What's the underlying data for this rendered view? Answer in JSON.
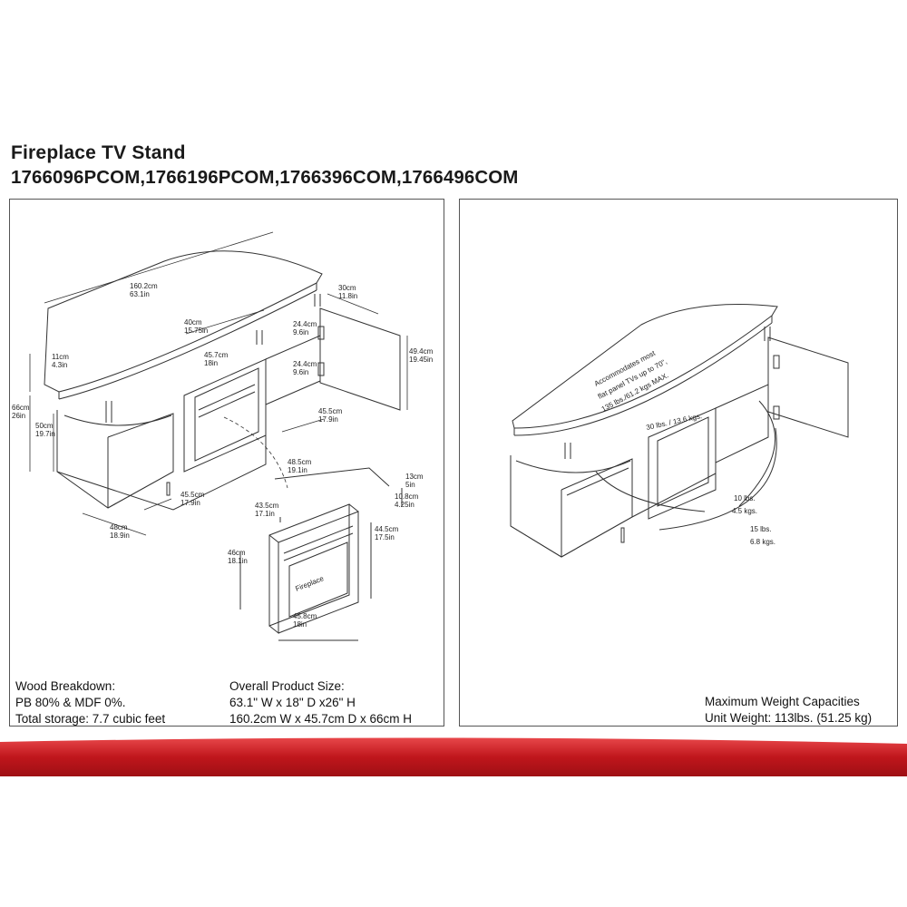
{
  "header": {
    "title": "Fireplace TV Stand",
    "models": "1766096PCOM,1766196PCOM,1766396COM,1766496COM"
  },
  "left_diagram": {
    "dimensions": [
      {
        "cm": "160.2cm",
        "in": "63.1in"
      },
      {
        "cm": "40cm",
        "in": "15.75in"
      },
      {
        "cm": "45.7cm",
        "in": "18in"
      },
      {
        "cm": "30cm",
        "in": "11.8in"
      },
      {
        "cm": "24.4cm",
        "in": "9.6in"
      },
      {
        "cm": "24.4cm",
        "in": "9.6in"
      },
      {
        "cm": "49.4cm",
        "in": "19.45in"
      },
      {
        "cm": "11cm",
        "in": "4.3in"
      },
      {
        "cm": "66cm",
        "in": "26in"
      },
      {
        "cm": "50cm",
        "in": "19.7in"
      },
      {
        "cm": "45.5cm",
        "in": "17.9in"
      },
      {
        "cm": "45.5cm",
        "in": "17.9in"
      },
      {
        "cm": "48cm",
        "in": "18.9in"
      },
      {
        "cm": "48.5cm",
        "in": "19.1in"
      },
      {
        "cm": "13cm",
        "in": "5in"
      },
      {
        "cm": "10.8cm",
        "in": "4.25in"
      },
      {
        "cm": "43.5cm",
        "in": "17.1in"
      },
      {
        "cm": "44.5cm",
        "in": "17.5in"
      },
      {
        "cm": "46cm",
        "in": "18.1in"
      },
      {
        "cm": "45.8cm",
        "in": "18in"
      }
    ],
    "fireplace_label": "Fireplace"
  },
  "right_diagram": {
    "tv_note_lines": [
      "Accommodates most",
      "flat panel TVs up to 70\",",
      "135 lbs./61.2 kgs MAX."
    ],
    "top_shelf_capacity": "30 lbs. / 13.6 kgs.",
    "shelf_capacity_1": {
      "lbs": "10 lbs.",
      "kgs": "4.5 kgs."
    },
    "shelf_capacity_2": {
      "lbs": "15 lbs.",
      "kgs": "6.8 kgs."
    }
  },
  "notes": {
    "wood": [
      "Wood Breakdown:",
      "PB 80% & MDF 0%.",
      "Total storage: 7.7 cubic feet"
    ],
    "size": [
      "Overall Product Size:",
      "63.1\" W x 18\" D x26\" H",
      "160.2cm W x 45.7cm D x 66cm H"
    ],
    "capacity": [
      "Maximum Weight Capacities",
      "Unit Weight: 113lbs. (51.25 kg)"
    ]
  },
  "colors": {
    "band_red": "#c0161c",
    "band_red_light": "#e8474a",
    "line": "#333333"
  }
}
